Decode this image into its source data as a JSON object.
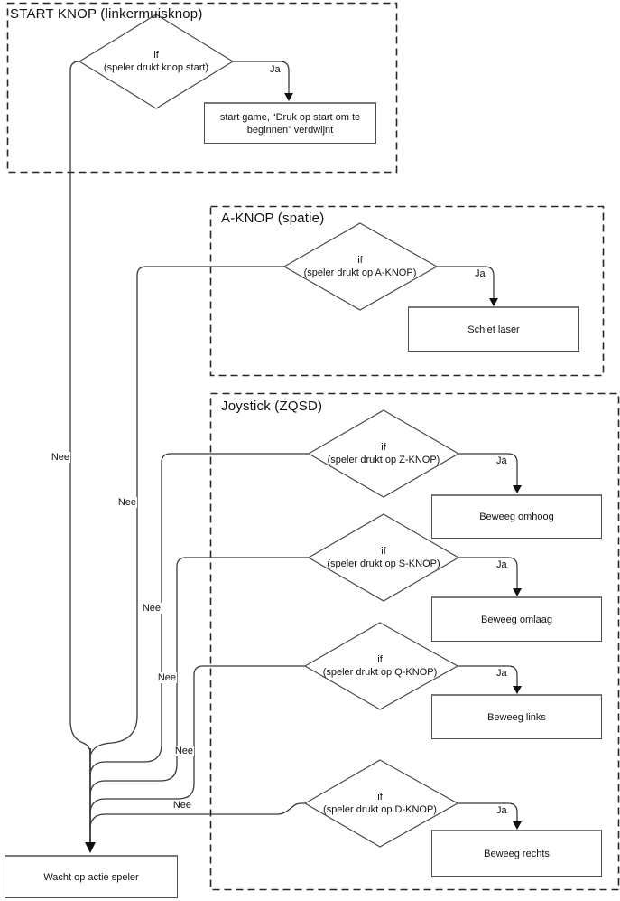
{
  "diagram": {
    "kind": "flowchart",
    "language": "nl"
  },
  "containers": [
    {
      "id": "start-knop",
      "title": "START KNOP (linkermuisknop)"
    },
    {
      "id": "a-knop",
      "title": "A-KNOP (spatie)"
    },
    {
      "id": "joystick",
      "title": "Joystick (ZQSD)"
    }
  ],
  "decisions": [
    {
      "condition_keyword": "if",
      "condition": "(speler drukt knop start)",
      "yes": "Ja",
      "no": "Nee",
      "action": "start game, “Druk op start om te beginnen” verdwijnt"
    },
    {
      "condition_keyword": "if",
      "condition": "(speler drukt op A-KNOP)",
      "yes": "Ja",
      "no": "Nee",
      "action": "Schiet laser"
    },
    {
      "condition_keyword": "if",
      "condition": "(speler drukt op Z-KNOP)",
      "yes": "Ja",
      "no": "Nee",
      "action": "Beweeg omhoog"
    },
    {
      "condition_keyword": "if",
      "condition": "(speler drukt op S-KNOP)",
      "yes": "Ja",
      "no": "Nee",
      "action": "Beweeg omlaag"
    },
    {
      "condition_keyword": "if",
      "condition": "(speler drukt op Q-KNOP)",
      "yes": "Ja",
      "no": "Nee",
      "action": "Beweeg links"
    },
    {
      "condition_keyword": "if",
      "condition": "(speler drukt op D-KNOP)",
      "yes": "Ja",
      "no": "Nee",
      "action": "Beweeg rechts"
    }
  ],
  "terminal": {
    "label": "Wacht op actie speler"
  },
  "colors": {
    "connector": "#383838",
    "shape_border": "#4a4a4a",
    "dashed_border": "#262626",
    "arrow": "#111111",
    "background": "#ffffff"
  }
}
